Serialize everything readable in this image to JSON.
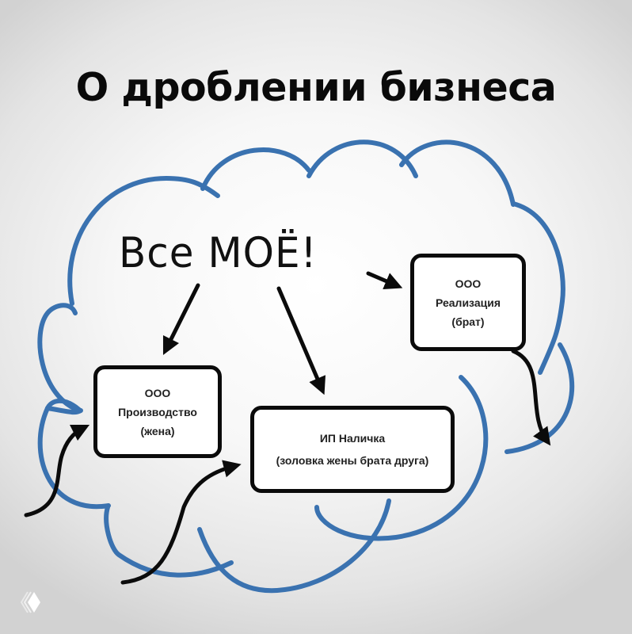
{
  "title": "О дроблении бизнеса",
  "slogan": "Все МОЁ!",
  "boxes": {
    "realization": {
      "line1": "ООО",
      "line2": "Реализация",
      "line3": "(брат)"
    },
    "production": {
      "line1": "ООО",
      "line2": "Производство",
      "line3": "(жена)"
    },
    "cash": {
      "line1": "ИП Наличка",
      "line2": "(золовка жены брата друга)"
    }
  },
  "colors": {
    "cloud_outline": "#3a72b0",
    "arrows": "#0b0b0b",
    "text": "#0a0a0a"
  },
  "icons": {
    "watermark": "diamond-logo-icon"
  }
}
